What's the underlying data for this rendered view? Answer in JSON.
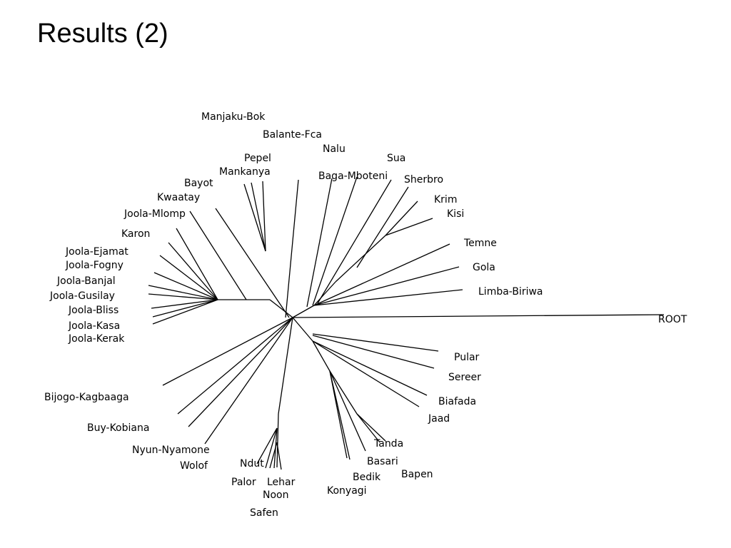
{
  "slide": {
    "title": "Results (2)"
  },
  "tree": {
    "root_label": "ROOT",
    "leaves": [
      "Manjaku-Bok",
      "Balante-Fca",
      "Nalu",
      "Pepel",
      "Mankanya",
      "Sua",
      "Baga-Mboteni",
      "Sherbro",
      "Bayot",
      "Kwaatay",
      "Krim",
      "Kisi",
      "Joola-Mlomp",
      "Karon",
      "Temne",
      "Joola-Ejamat",
      "Joola-Fogny",
      "Gola",
      "Joola-Banjal",
      "Limba-Biriwa",
      "Joola-Gusilay",
      "Joola-Bliss",
      "Joola-Kasa",
      "Joola-Kerak",
      "Pular",
      "Sereer",
      "Bijogo-Kagbaaga",
      "Biafada",
      "Jaad",
      "Buy-Kobiana",
      "Tanda",
      "Nyun-Nyamone",
      "Ndut",
      "Basari",
      "Wolof",
      "Bapen",
      "Bedik",
      "Palor",
      "Lehar",
      "Konyagi",
      "Noon",
      "Safen"
    ]
  }
}
